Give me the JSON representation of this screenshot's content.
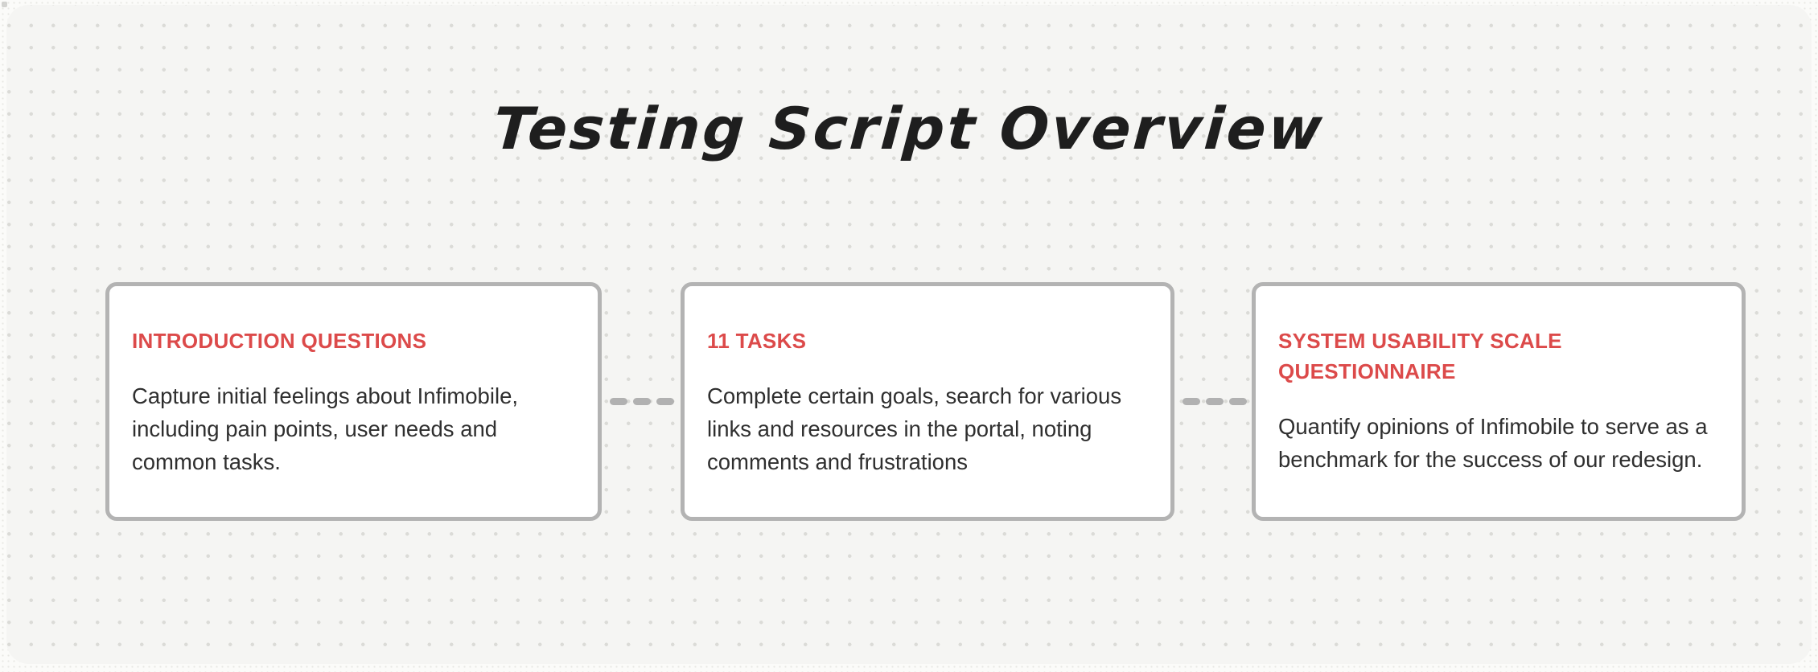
{
  "title": "Testing Script Overview",
  "colors": {
    "outer_background": "#fbfbf9",
    "frame_background": "#f5f5f3",
    "frame_dots": "#dbdbd7",
    "card_background": "#ffffff",
    "card_border": "#b3b3b3",
    "heading_red": "#dc4a4a",
    "body_text": "#2f2f2f",
    "title_text": "#1e1e1e",
    "connector": "#b1b1b1"
  },
  "cards": [
    {
      "heading": "INTRODUCTION QUESTIONS",
      "body": "Capture initial feelings about Infimobile, including pain points, user needs and common tasks."
    },
    {
      "heading": "11 TASKS",
      "body": "Complete certain goals, search for various links and resources in the portal, noting comments and frustrations"
    },
    {
      "heading": "SYSTEM USABILITY SCALE QUESTIONNAIRE",
      "body": "Quantify opinions of Infimobile to serve as a benchmark for the success of our redesign."
    }
  ],
  "connectors": [
    {
      "dashes": 3
    },
    {
      "dashes": 3
    }
  ]
}
